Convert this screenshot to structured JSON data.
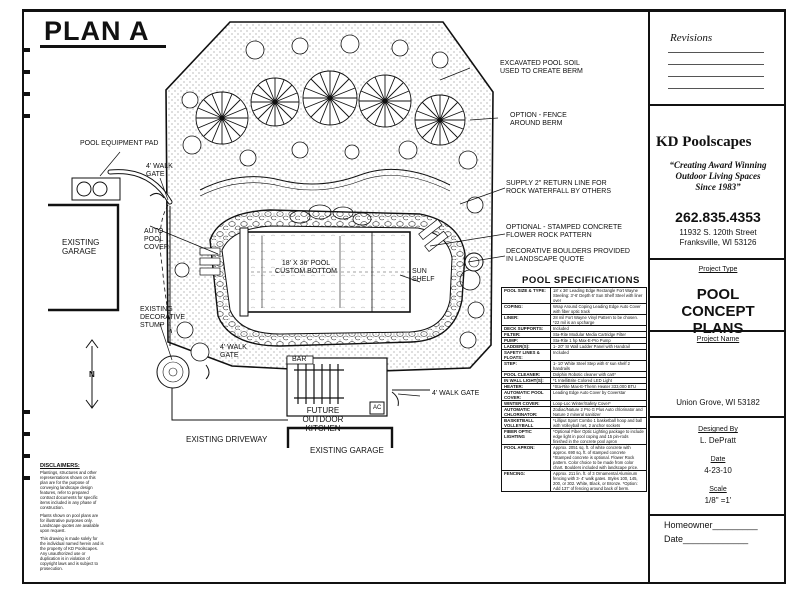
{
  "title": "PLAN A",
  "labels": {
    "excavated": "EXCAVATED POOL SOIL USED TO CREATE BERM",
    "fence": "OPTION - FENCE AROUND BERM",
    "equipment": "POOL EQUIPMENT PAD",
    "walk_gate_top": "4' WALK GATE",
    "supply": "SUPPLY 2\" RETURN LINE FOR ROCK WATERFALL BY OTHERS",
    "stamped": "OPTIONAL - STAMPED CONCRETE FLOWER ROCK PATTERN",
    "boulders": "DECORATIVE BOULDERS PROVIDED IN LANDSCAPE QUOTE",
    "auto_cover": "AUTO POOL COVER",
    "existing_garage_left": "EXISTING GARAGE",
    "pool": "18' x 36' POOL CUSTOM BOTTOM",
    "sun_shelf": "SUN SHELF",
    "stump": "EXISTING DECORATIVE STUMP",
    "walk_gate_left": "4' WALK GATE",
    "bar": "BAR",
    "kitchen": "FUTURE OUTDOOR KITCHEN",
    "ac": "AC",
    "walk_gate_bottom": "4' WALK GATE",
    "driveway": "EXISTING DRIVEWAY",
    "existing_garage_bottom": "EXISTING GARAGE",
    "north": "N"
  },
  "specs": {
    "heading": "POOL SPECIFICATIONS",
    "rows": [
      {
        "k": "POOL SIZE & TYPE:",
        "v": "18' x 36' Leading Edge Rectangle Fort Wayne Steeling: 3'-6' Depth 6' Sun Shelf Steel with liner over"
      },
      {
        "k": "COPING:",
        "v": "Wrap Around Coping Leading Edge Auto Cover with fiber optic track"
      },
      {
        "k": "LINER:",
        "v": "28 mil Fort Wayne Vinyl Pattern to be chosen. *22 mil is an upcharge"
      },
      {
        "k": "DECK SUPPORTS:",
        "v": "Included"
      },
      {
        "k": "FILTER:",
        "v": "Sta-Rite Modular Media Cartridge Filter"
      },
      {
        "k": "PUMP:",
        "v": "Sta-Rite 1 hp Max-E-Pro Pump"
      },
      {
        "k": "LADDER(S):",
        "v": "1- 20\" SI Wall Ladder Panel with Handrail"
      },
      {
        "k": "SAFETY LINES & FLOATS:",
        "v": "Included"
      },
      {
        "k": "STEP:",
        "v": "1- 10' White Steel Step with 6' sun shelf 2 handrails"
      },
      {
        "k": "POOL CLEANER:",
        "v": "Dolphin Robotic cleaner with cart*"
      },
      {
        "k": "IN WALL LIGHT(S):",
        "v": "*1 IntelliBrite Colored LED Light"
      },
      {
        "k": "HEATER:",
        "v": "*Sta-Rite Max-E-Therm Heater 333,000 BTU"
      },
      {
        "k": "AUTOMATIC POOL COVER:",
        "v": "Leading Edge Auto Cover by Coverstar"
      },
      {
        "k": "WINTER COVER:",
        "v": "Loop-Loc Winter/Safety Cover*"
      },
      {
        "k": "AUTOMATIC CHLORINATOR:",
        "v": "Zodiac/Nature 2 Pro G Plus Auto chlorinator and Nature 2 mineral sanitizer"
      },
      {
        "k": "BASKETBALL VOLLEYBALL",
        "v": "*Lilliput Sport Combo 1 basketball hoop and ball with Volleyball net, 2 anchor sockets"
      },
      {
        "k": "FIBER OPTIC LIGHTING",
        "v": "*Optional Fiber Optic Lighting package to include edge light in pool coping and 15 pin-rods finished in the concrete pool apron"
      },
      {
        "k": "POOL APRON:",
        "v": "Approx. 2051 sq. ft. of white concrete with approx. 690 sq. ft. of stamped concrete *Stamped concrete is optional. Flower Rock pattern. Color choice to be made from color chart. Boulders included with landscape price."
      },
      {
        "k": "FENCING:",
        "v": "Approx. 211 lin. ft. of 3 Ornamental Aluminum fencing with 3- 4' walk gates. Styles 100, 145, 200, or 302. White, Black, or Bronze. *Option: Add 137' of fencing around back of berm."
      }
    ]
  },
  "disclaimer": {
    "heading": "DISCLAIMERS:",
    "p1": "Plantings, structures and other representations shown on this plan are for the purpose of conveying landscape design features, refer to prepared contract documents for specific items included in any phase of construction.",
    "p2": "Plants shown on pool plans are for illustrative purposes only. Landscape quotes are available upon request.",
    "p3": "This drawing is made solely for the individual named herein and is the property of KD Poolscapes. Any unauthorized use or duplication is in violation of copyright laws and is subject to prosecution."
  },
  "panel": {
    "revisions": "Revisions",
    "company": "KD Poolscapes",
    "tagline1": "“Creating Award Winning",
    "tagline2": "Outdoor Living Spaces",
    "tagline3": "Since 1983”",
    "phone": "262.835.4353",
    "address1": "11932 S. 120th Street",
    "address2": "Franksville, WI 53126",
    "project_type_label": "Project Type",
    "project_type_1": "POOL",
    "project_type_2": "CONCEPT",
    "project_type_3": "PLANS",
    "project_name_label": "Project Name",
    "project_name": "Union Grove, WI 53182",
    "designed_label": "Designed By",
    "designer": "L. DePratt",
    "date_label": "Date",
    "date": "4-23-10",
    "scale_label": "Scale",
    "scale": "1/8\" =1'",
    "homeowner": "Homeowner_________",
    "date_line": "Date_____________"
  },
  "colors": {
    "ink": "#111111",
    "paper": "#ffffff"
  }
}
